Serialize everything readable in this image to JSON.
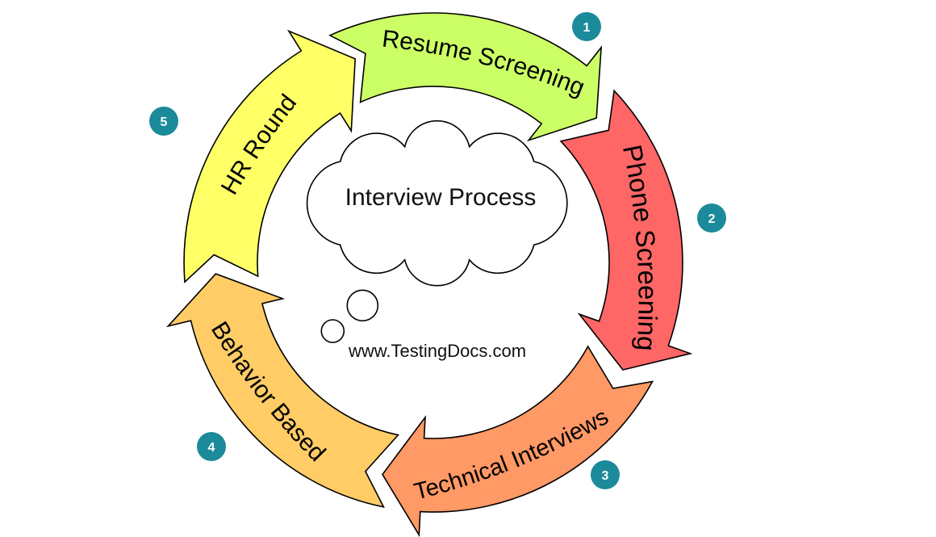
{
  "center": {
    "title": "Interview Process",
    "website": "www.TestingDocs.com"
  },
  "steps": [
    {
      "number": "1",
      "label": "Resume Screening",
      "color": "#ccff66"
    },
    {
      "number": "2",
      "label": "Phone Screening",
      "color": "#ff6666"
    },
    {
      "number": "3",
      "label": "Technical Interviews",
      "color": "#ff9966"
    },
    {
      "number": "4",
      "label": "Behavior Based",
      "color": "#ffcc66"
    },
    {
      "number": "5",
      "label": "HR Round",
      "color": "#ffff66"
    }
  ],
  "colors": {
    "badge": "#1b8a9a",
    "outline": "#000000"
  }
}
